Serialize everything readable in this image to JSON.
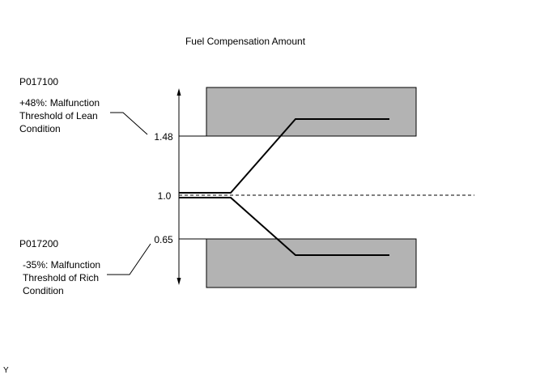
{
  "diagram": {
    "title": "Fuel Compensation Amount",
    "upper": {
      "code": "P017100",
      "desc_lines": [
        "+48%: Malfunction",
        "Threshold of Lean",
        "Condition"
      ]
    },
    "lower": {
      "code": "P017200",
      "desc_lines": [
        "-35%: Malfunction",
        "Threshold of Rich",
        "Condition"
      ]
    },
    "ticks": {
      "upper_threshold": "1.48",
      "center": "1.0",
      "lower_threshold": "0.65"
    },
    "corner_label": "Y",
    "colors": {
      "zone_fill": "#b3b3b3",
      "line": "#000000"
    }
  }
}
